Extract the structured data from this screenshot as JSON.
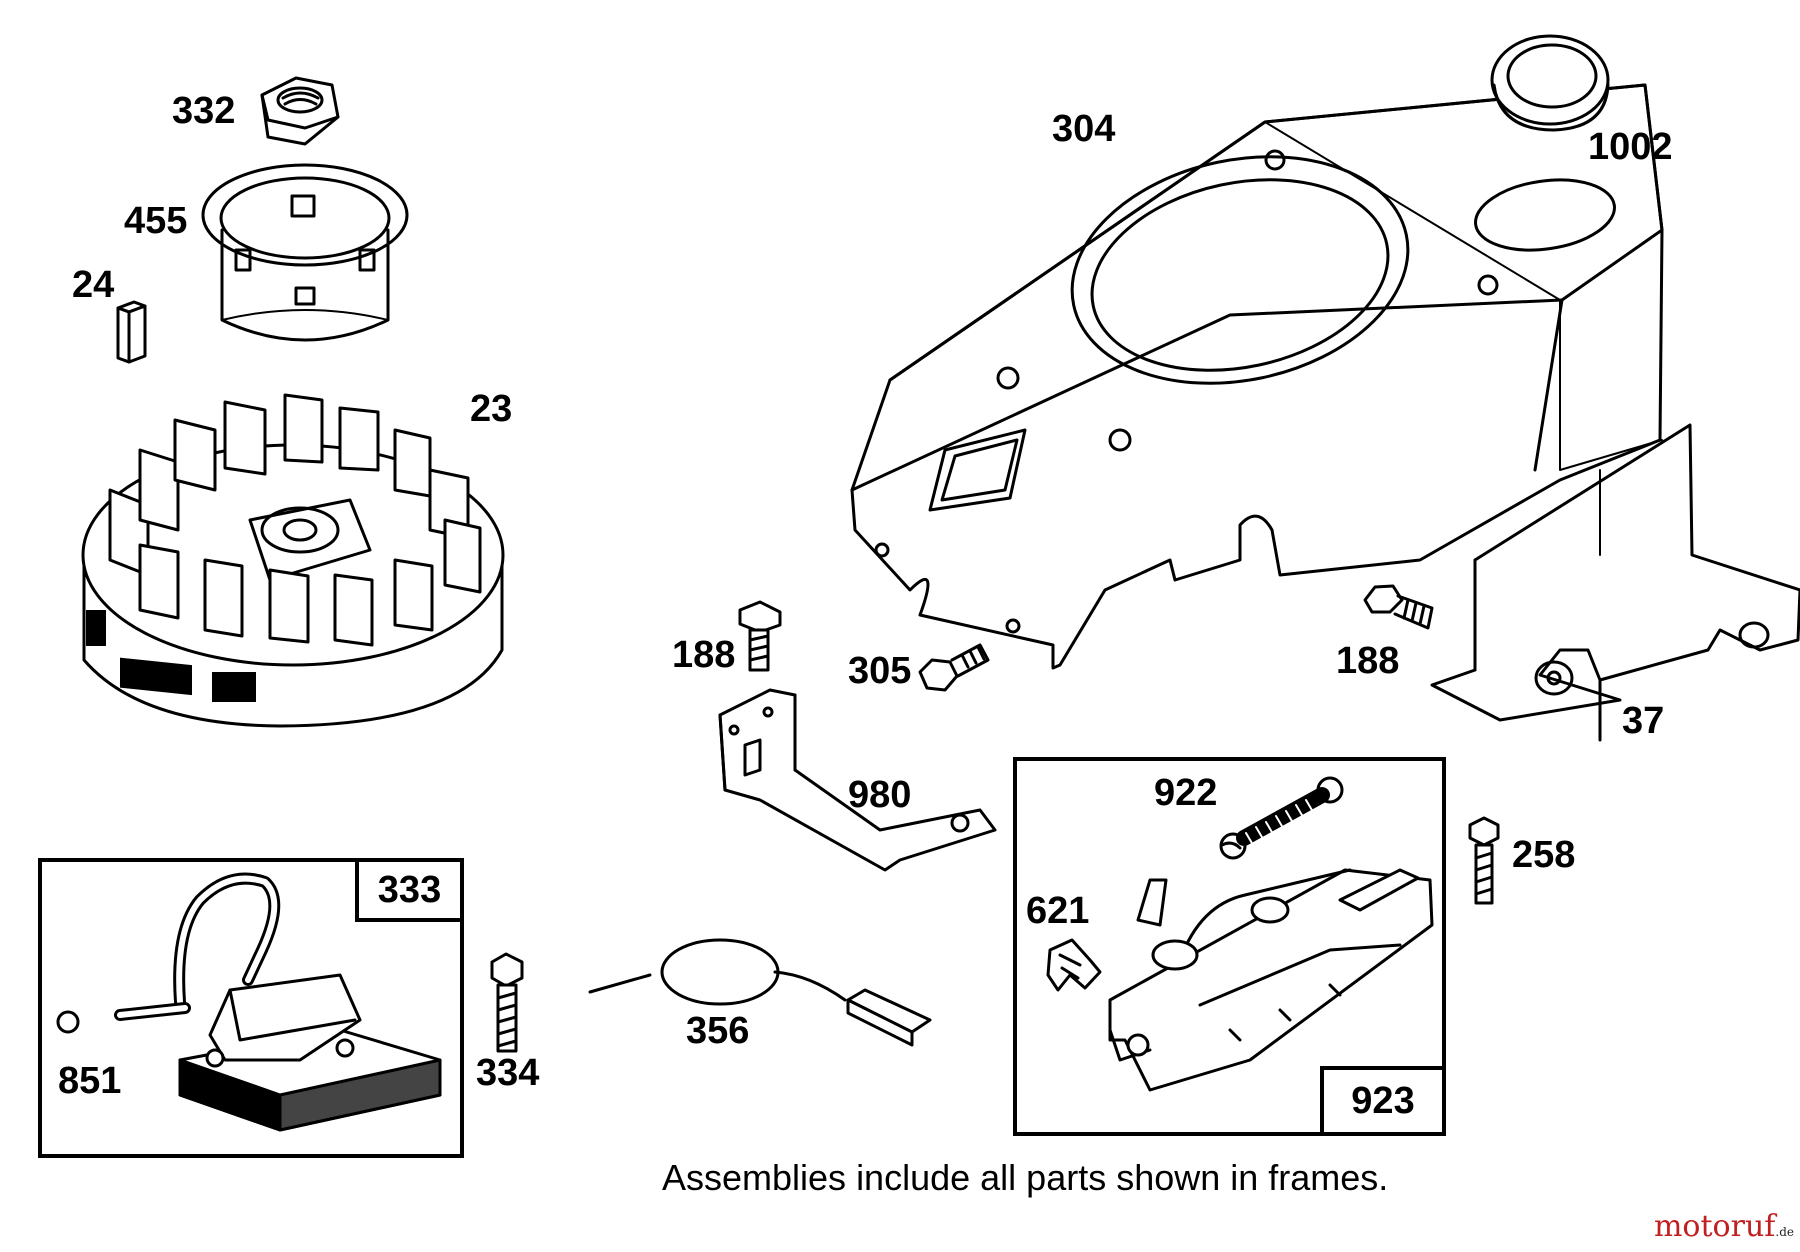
{
  "callouts": {
    "p332": "332",
    "p455": "455",
    "p24": "24",
    "p23": "23",
    "p304": "304",
    "p1002": "1002",
    "p188a": "188",
    "p305": "305",
    "p188b": "188",
    "p37": "37",
    "p980": "980",
    "p922": "922",
    "p621": "621",
    "p258": "258",
    "p356": "356",
    "p334": "334",
    "p851": "851"
  },
  "frames": {
    "ignition_tag": "333",
    "governor_tag": "923"
  },
  "note": "Assemblies include all parts shown in frames.",
  "watermark": {
    "name": "motoruf",
    "tld": ".de"
  }
}
